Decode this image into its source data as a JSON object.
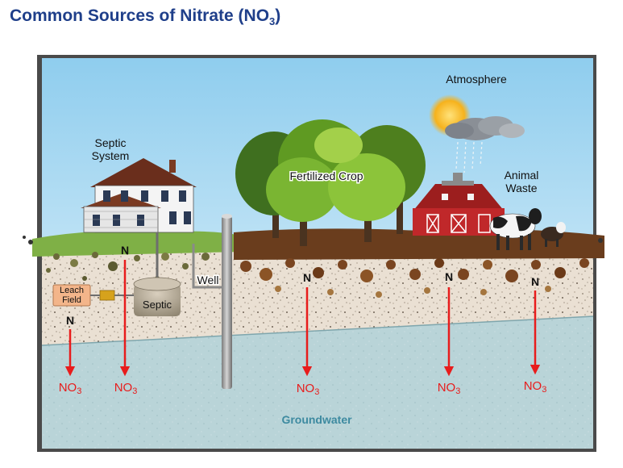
{
  "title": {
    "text": "Common Sources of Nitrate (NO",
    "subscript": "3",
    "close": ")"
  },
  "labels": {
    "atmosphere": "Atmosphere",
    "septic_system_line1": "Septic",
    "septic_system_line2": "System",
    "fertilized_crop": "Fertilized Crop",
    "animal_waste_line1": "Animal",
    "animal_waste_line2": "Waste",
    "leach_field_line1": "Leach",
    "leach_field_line2": "Field",
    "septic_tank": "Septic",
    "well": "Well",
    "groundwater": "Groundwater"
  },
  "nitrogen_symbol": "N",
  "nitrate_symbol": "NO",
  "nitrate_subscript": "3",
  "colors": {
    "title": "#1f3f8a",
    "arrow": "#e81c1c",
    "groundwater_label": "#3d8aa0",
    "sky": "#bfe3f5",
    "groundwater": "#b7d2d6"
  },
  "flows": [
    {
      "source": "leach-field"
    },
    {
      "source": "septic-system"
    },
    {
      "source": "fertilized-crop"
    },
    {
      "source": "animal-waste-1"
    },
    {
      "source": "animal-waste-2"
    }
  ]
}
